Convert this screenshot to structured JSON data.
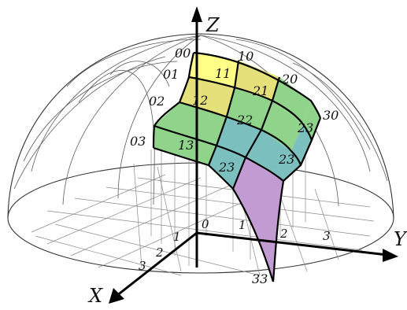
{
  "axes": {
    "x_label": "X",
    "y_label": "Y",
    "z_label": "Z"
  },
  "origin_label": "0",
  "x_ticks": [
    "1",
    "2",
    "3"
  ],
  "y_ticks": [
    "1",
    "2",
    "3"
  ],
  "control_points": {
    "p00": "00",
    "p10": "10",
    "p20": "20",
    "p30": "30",
    "p01": "01",
    "p11": "11",
    "p21": "21",
    "p02": "02",
    "p12": "12",
    "p22": "22",
    "p23a": "23",
    "p03": "03",
    "p13": "13",
    "p23b": "23",
    "p23c": "23",
    "p33": "33"
  },
  "colors": {
    "yellow_light": "#ffff88",
    "yellow": "#e6e07a",
    "green": "#8fd48a",
    "teal": "#7bbfbf",
    "lavender": "#c39bd3"
  }
}
